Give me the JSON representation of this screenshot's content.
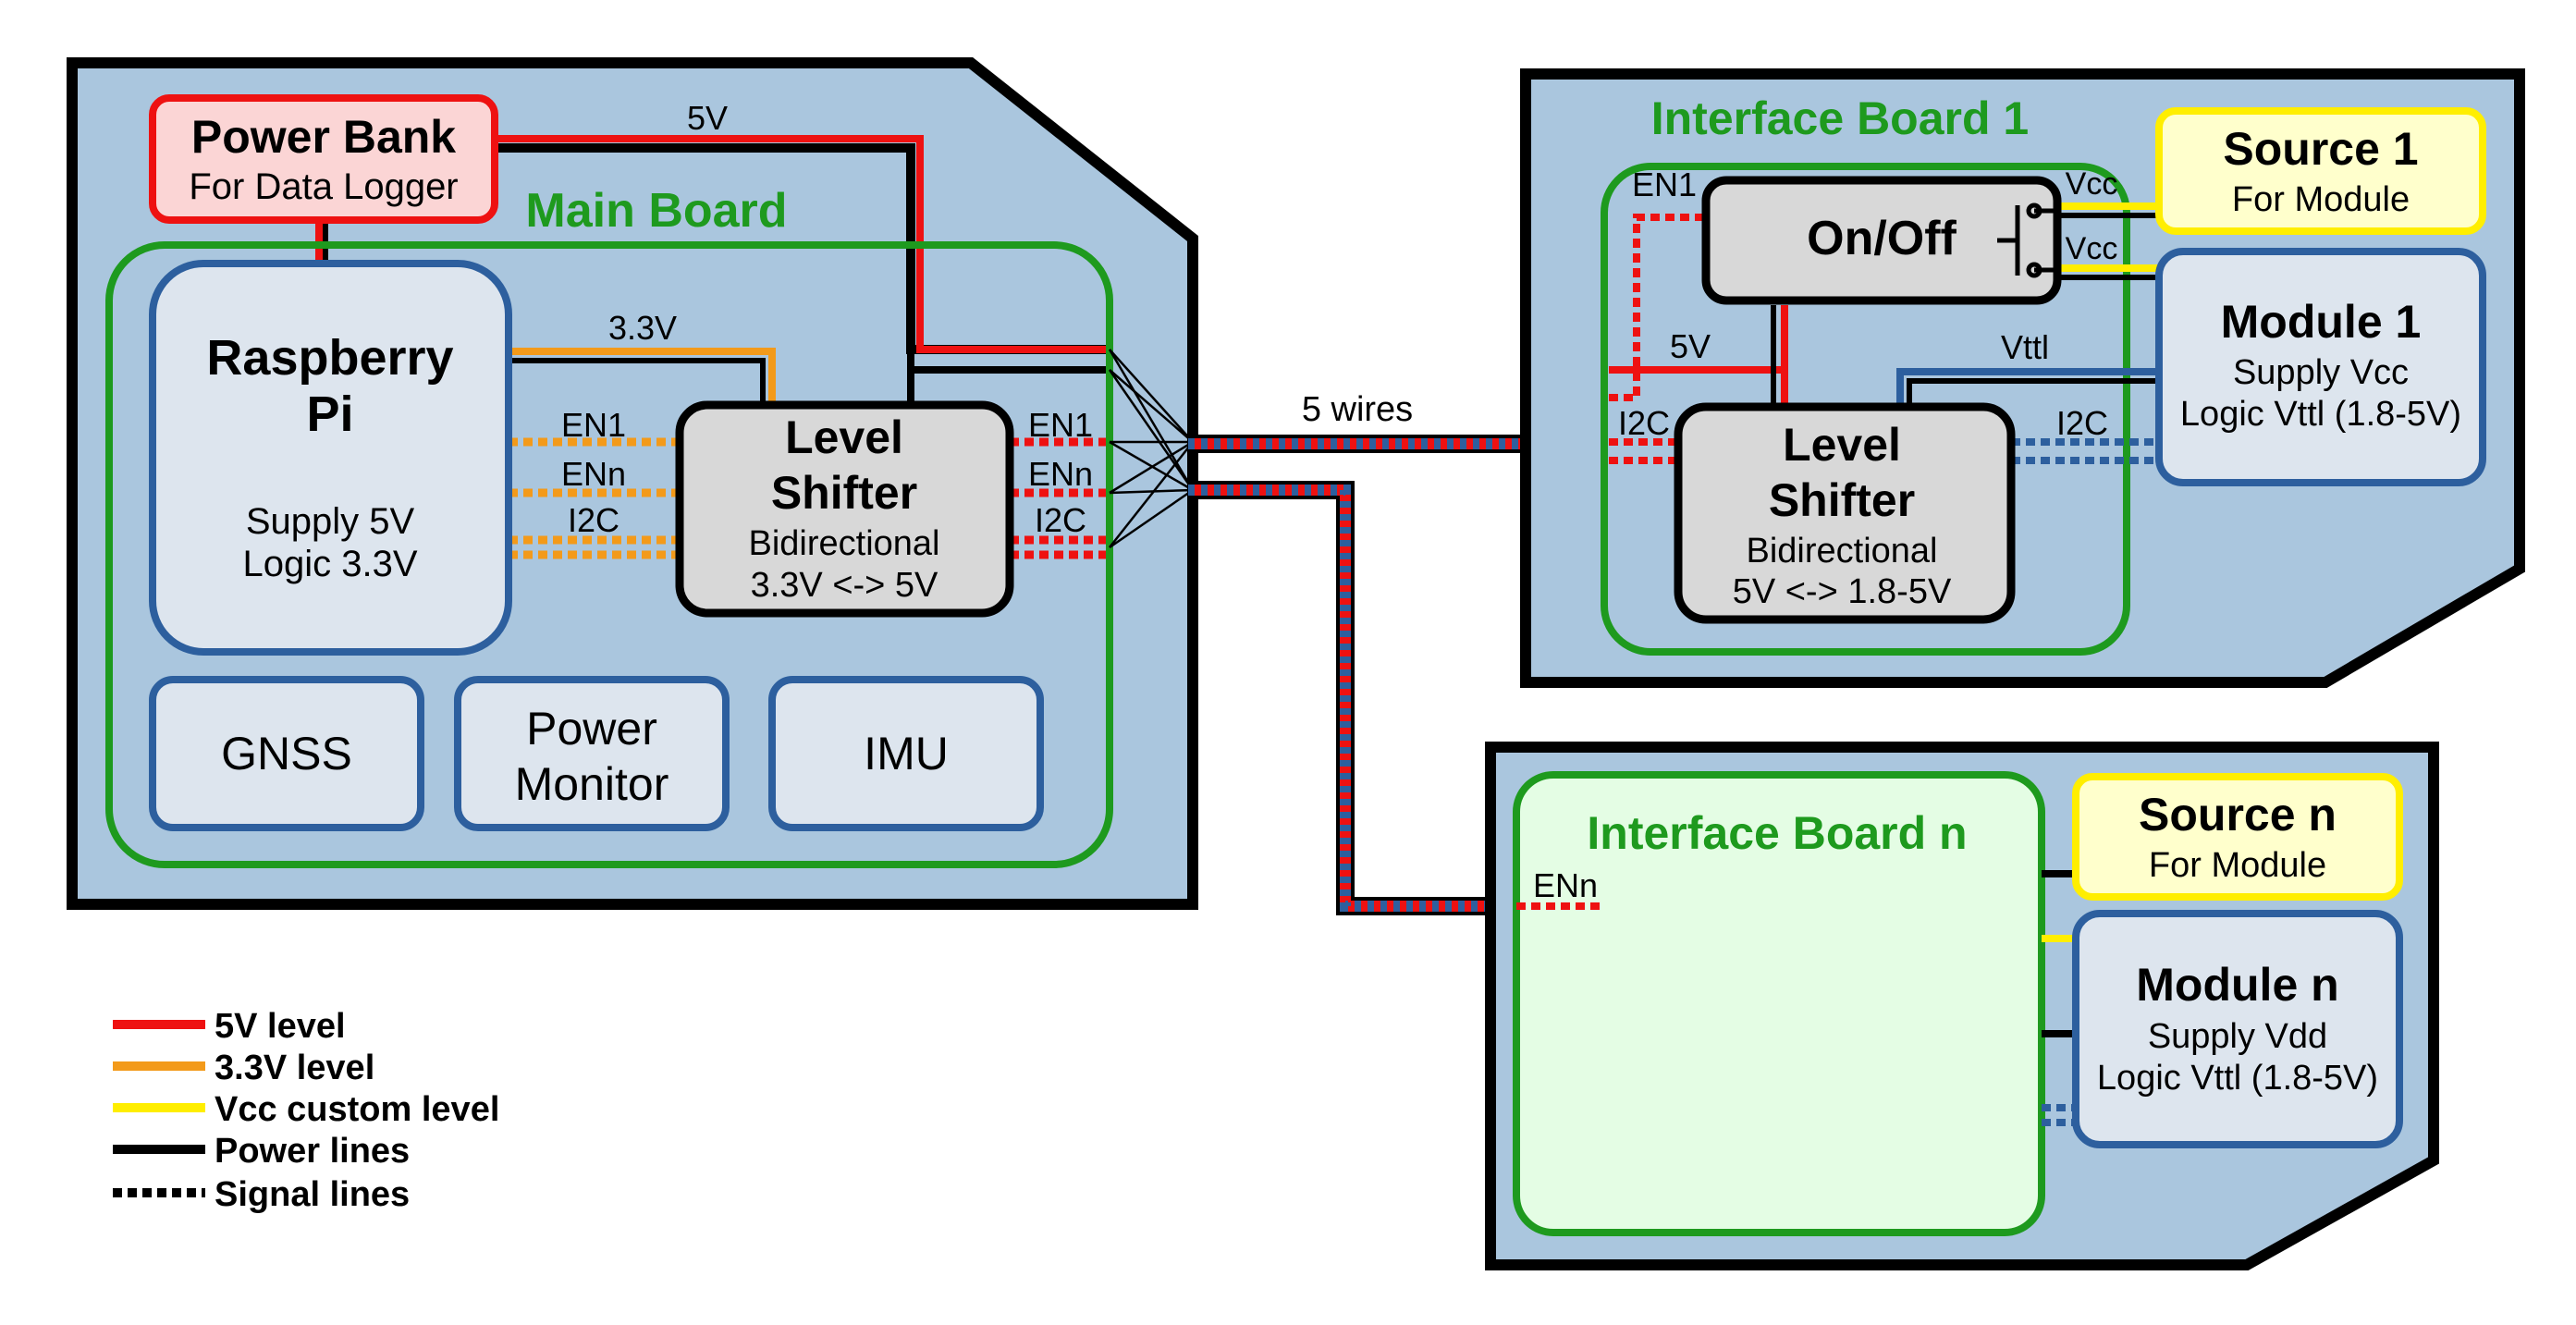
{
  "main_board": {
    "title": "Main Board",
    "power_bank": {
      "title": "Power Bank",
      "subtitle": "For Data Logger"
    },
    "raspberry_pi": {
      "title_line1": "Raspberry",
      "title_line2": "Pi",
      "line1": "Supply 5V",
      "line2": "Logic 3.3V"
    },
    "level_shifter": {
      "title_line1": "Level",
      "title_line2": "Shifter",
      "line1": "Bidirectional",
      "line2": "3.3V <-> 5V"
    },
    "gnss": "GNSS",
    "power_monitor_line1": "Power",
    "power_monitor_line2": "Monitor",
    "imu": "IMU",
    "wire_5v": "5V",
    "wire_3v3": "3.3V",
    "left_signals": [
      "EN1",
      "ENn",
      "I2C"
    ],
    "right_signals": [
      "EN1",
      "ENn",
      "I2C"
    ]
  },
  "bus_label": "5 wires",
  "interface_board_1": {
    "title": "Interface Board 1",
    "en1": "EN1",
    "onoff": "On/Off",
    "vcc_top": "Vcc",
    "vcc_bottom": "Vcc",
    "wire_5v": "5V",
    "i2c_left": "I2C",
    "vttl": "Vttl",
    "i2c_right": "I2C",
    "level_shifter": {
      "title_line1": "Level",
      "title_line2": "Shifter",
      "line1": "Bidirectional",
      "line2": "5V <-> 1.8-5V"
    },
    "source": {
      "title": "Source 1",
      "subtitle": "For Module"
    },
    "module": {
      "title": "Module 1",
      "line1": "Supply Vcc",
      "line2": "Logic Vttl (1.8-5V)"
    }
  },
  "interface_board_n": {
    "title": "Interface Board n",
    "enn": "ENn",
    "source": {
      "title": "Source n",
      "subtitle": "For Module"
    },
    "module": {
      "title": "Module n",
      "line1": "Supply Vdd",
      "line2": "Logic Vttl (1.8-5V)"
    }
  },
  "legend": [
    {
      "label": "5V level",
      "color": "#ee1111",
      "style": "solid"
    },
    {
      "label": "3.3V level",
      "color": "#f39a1a",
      "style": "solid"
    },
    {
      "label": "Vcc custom level",
      "color": "#ffee00",
      "style": "solid"
    },
    {
      "label": "Power lines",
      "color": "#000000",
      "style": "solid"
    },
    {
      "label": "Signal lines",
      "color": "#000000",
      "style": "dashed"
    }
  ]
}
